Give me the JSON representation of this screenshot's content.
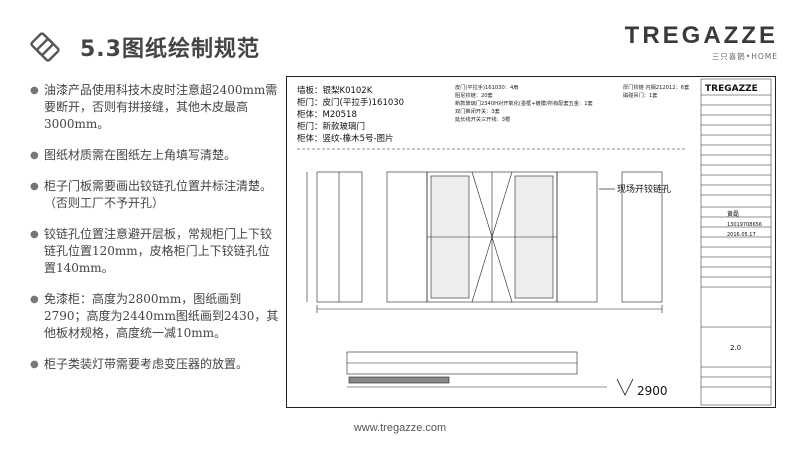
{
  "header": {
    "section_title": "5.3图纸绘制规范",
    "brand_name": "TREGAZZE",
    "brand_sub": "三只喜鹊•HOME"
  },
  "bullets": [
    "油漆产品使用科技木皮时注意超2400mm需要断开，否则有拼接缝，其他木皮最高3000mm。",
    "图纸材质需在图纸左上角填写清楚。",
    "柜子门板需要画出铰链孔位置并标注清楚。（否则工厂不予开孔）",
    "铰链孔位置注意避开层板，常规柜门上下铰链孔位置120mm，皮格柜门上下铰链孔位置140mm。",
    "免漆柜：高度为2800mm，图纸画到2790；高度为2440mm图纸画到2430，其他板材规格，高度统一减10mm。",
    "柜子类装灯带需要考虑变压器的放置。"
  ],
  "drawing": {
    "spec_lines": [
      "墙板：银梨K0102K",
      "柜门：皮门(平拉手)161030",
      "柜体：M20518",
      "柜门：新款玻璃门",
      "柜体：竖纹-橡木5号-图片"
    ],
    "notes_mid": [
      "皮门(平拉手)161030：4扇",
      "阻尼铰链：20套",
      "新款玻璃门2340H对开氧化(墨框+镀膜)所有配套五金：1套",
      "双门推闭开关：3套",
      "延长线开关三开线：3根"
    ],
    "notes_right": [
      "厚门铰链 内搁212012：6套",
      "磁碰吊门：1套"
    ],
    "callout": "现场开铰链孔",
    "dimension": "2900",
    "scale": "2.0",
    "title_block": {
      "logo": "TREGAZZE",
      "designer": "黄磊",
      "phone": "13019708656",
      "date": "2016.05.17"
    }
  },
  "footer": {
    "url": "www.tregazze.com"
  }
}
